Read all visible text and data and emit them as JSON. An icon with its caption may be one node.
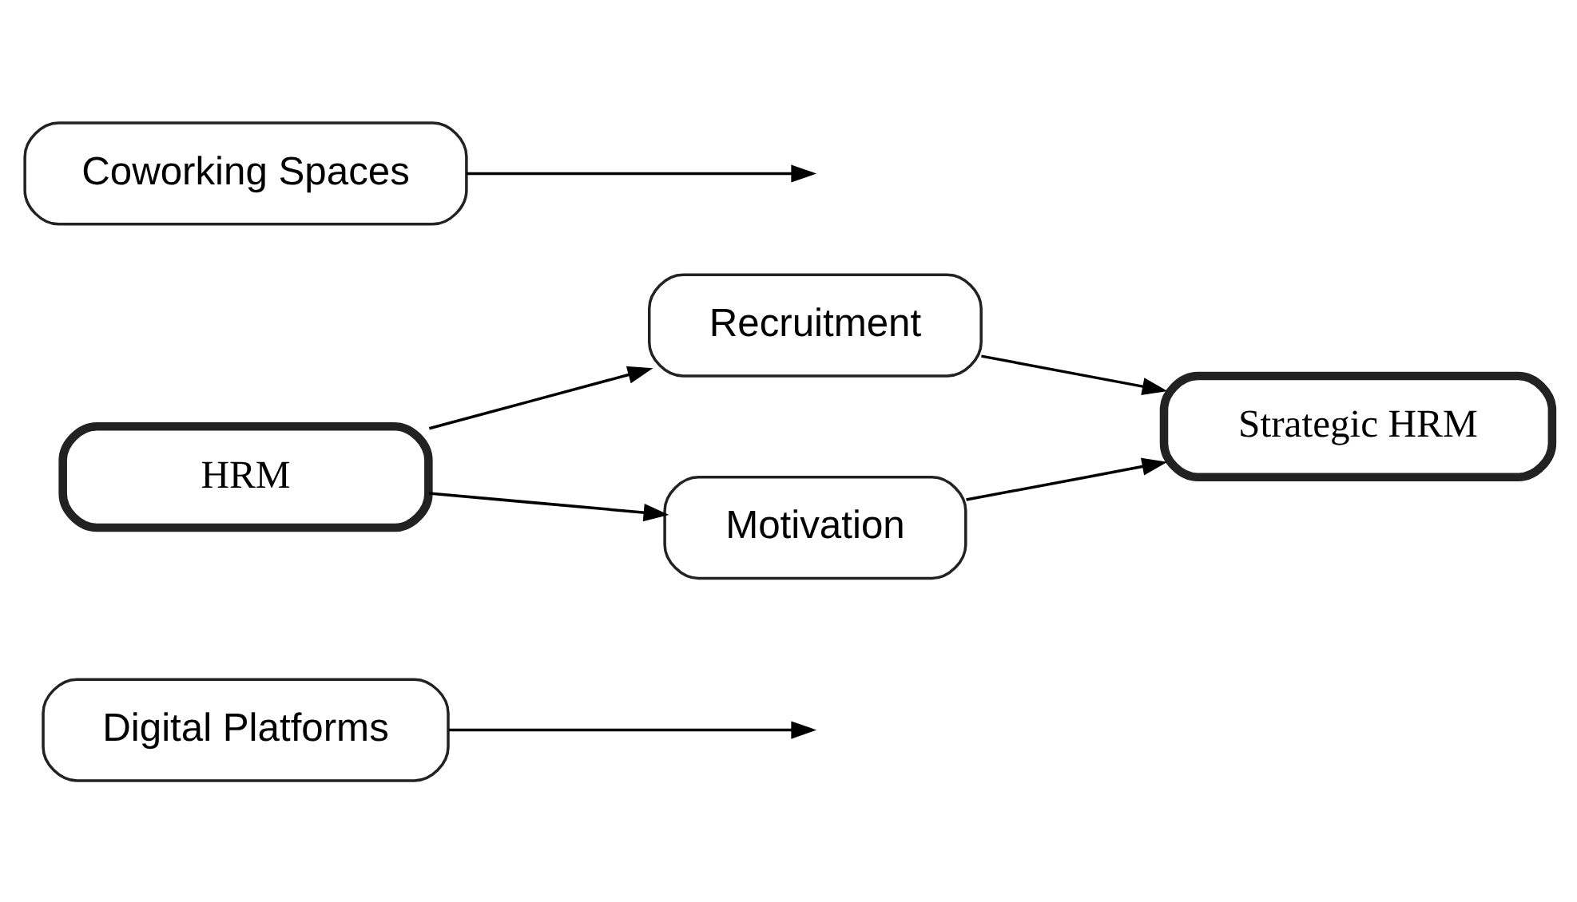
{
  "diagram": {
    "nodes": [
      {
        "text": [
          "Digital Platforms"
        ]
      },
      {
        "text": [
          "HRM"
        ]
      },
      {
        "text": [
          "Recruitment"
        ]
      },
      {
        "text": [
          "Motivation"
        ]
      },
      {
        "text": [
          "Strategic HRM"
        ]
      },
      {
        "text": [
          "Coworking Spaces"
        ]
      }
    ],
    "edges": [
      {
        "from": 1,
        "to": 2,
        "arrow": "to"
      },
      {
        "from": 1,
        "to": 3,
        "arrow": "to"
      },
      {
        "from": 2,
        "to": 4,
        "arrow": "to"
      },
      {
        "from": 3,
        "to": 4,
        "arrow": "to"
      },
      {
        "from": 0,
        "to": null,
        "arrow": "to"
      },
      {
        "from": 5,
        "to": null,
        "arrow": "to"
      }
    ]
  }
}
